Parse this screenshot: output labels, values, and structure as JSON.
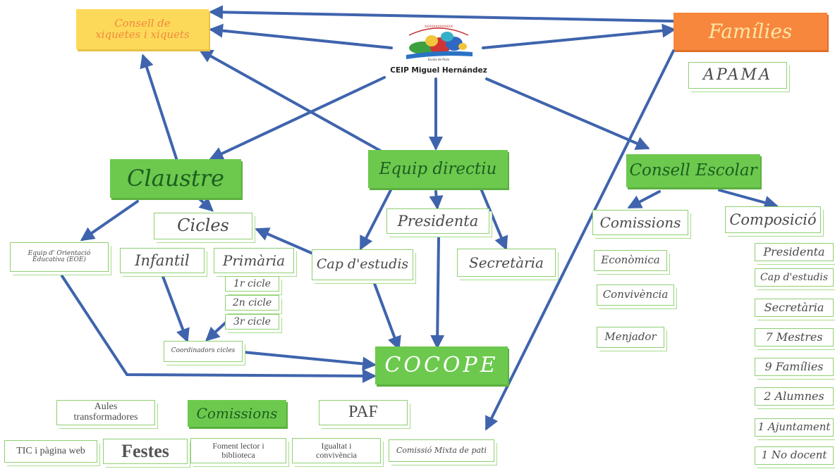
{
  "logo": {
    "title": "CEIP Miguel Hernández",
    "sub": "Escola de Riola",
    "arc": "XXXXXXXXXXXXX"
  },
  "nodes": {
    "consell_xiquets": "Consell de xiquetes i xiquets",
    "families": "Famílies",
    "apama": "APAMA",
    "claustre": "Claustre",
    "equip_directiu": "Equip directiu",
    "consell_escolar": "Consell Escolar",
    "cicles": "Cicles",
    "eoe": "Equip d' Orientació Educativa (EOE)",
    "infantil": "Infantil",
    "primaria": "Primària",
    "cicle1": "1r cicle",
    "cicle2": "2n cicle",
    "cicle3": "3r cicle",
    "coordinadors": "Coordinadors cicles",
    "presidenta": "Presidenta",
    "cap_estudis": "Cap d'estudis",
    "secretaria": "Secretària",
    "cocope": "COCOPE",
    "comissions_ce": "Comissions",
    "composicio": "Composició",
    "economica": "Econòmica",
    "convivencia": "Convivència",
    "menjador": "Menjador"
  },
  "composicio_items": [
    "Presidenta",
    "Cap d'estudis",
    "Secretària",
    "7 Mestres",
    "9 Famílies",
    "2 Alumnes",
    "1 Ajuntament",
    "1 No docent"
  ],
  "comissions_bottom": {
    "aules": "Aules transformadores",
    "comissions": "Comissions",
    "paf": "PAF",
    "tic": "TIC i pàgina web",
    "festes": "Festes",
    "foment": "Foment lector i biblioteca",
    "igualtat": "Igualtat i convivència",
    "mixta": "Comissió Mixta de pati"
  },
  "colors": {
    "arrow": "#3f64ad",
    "green_fill": "#6cc94e",
    "green_outline": "#8fcf72",
    "yellow": "#fdd95a",
    "orange": "#f7873d"
  }
}
